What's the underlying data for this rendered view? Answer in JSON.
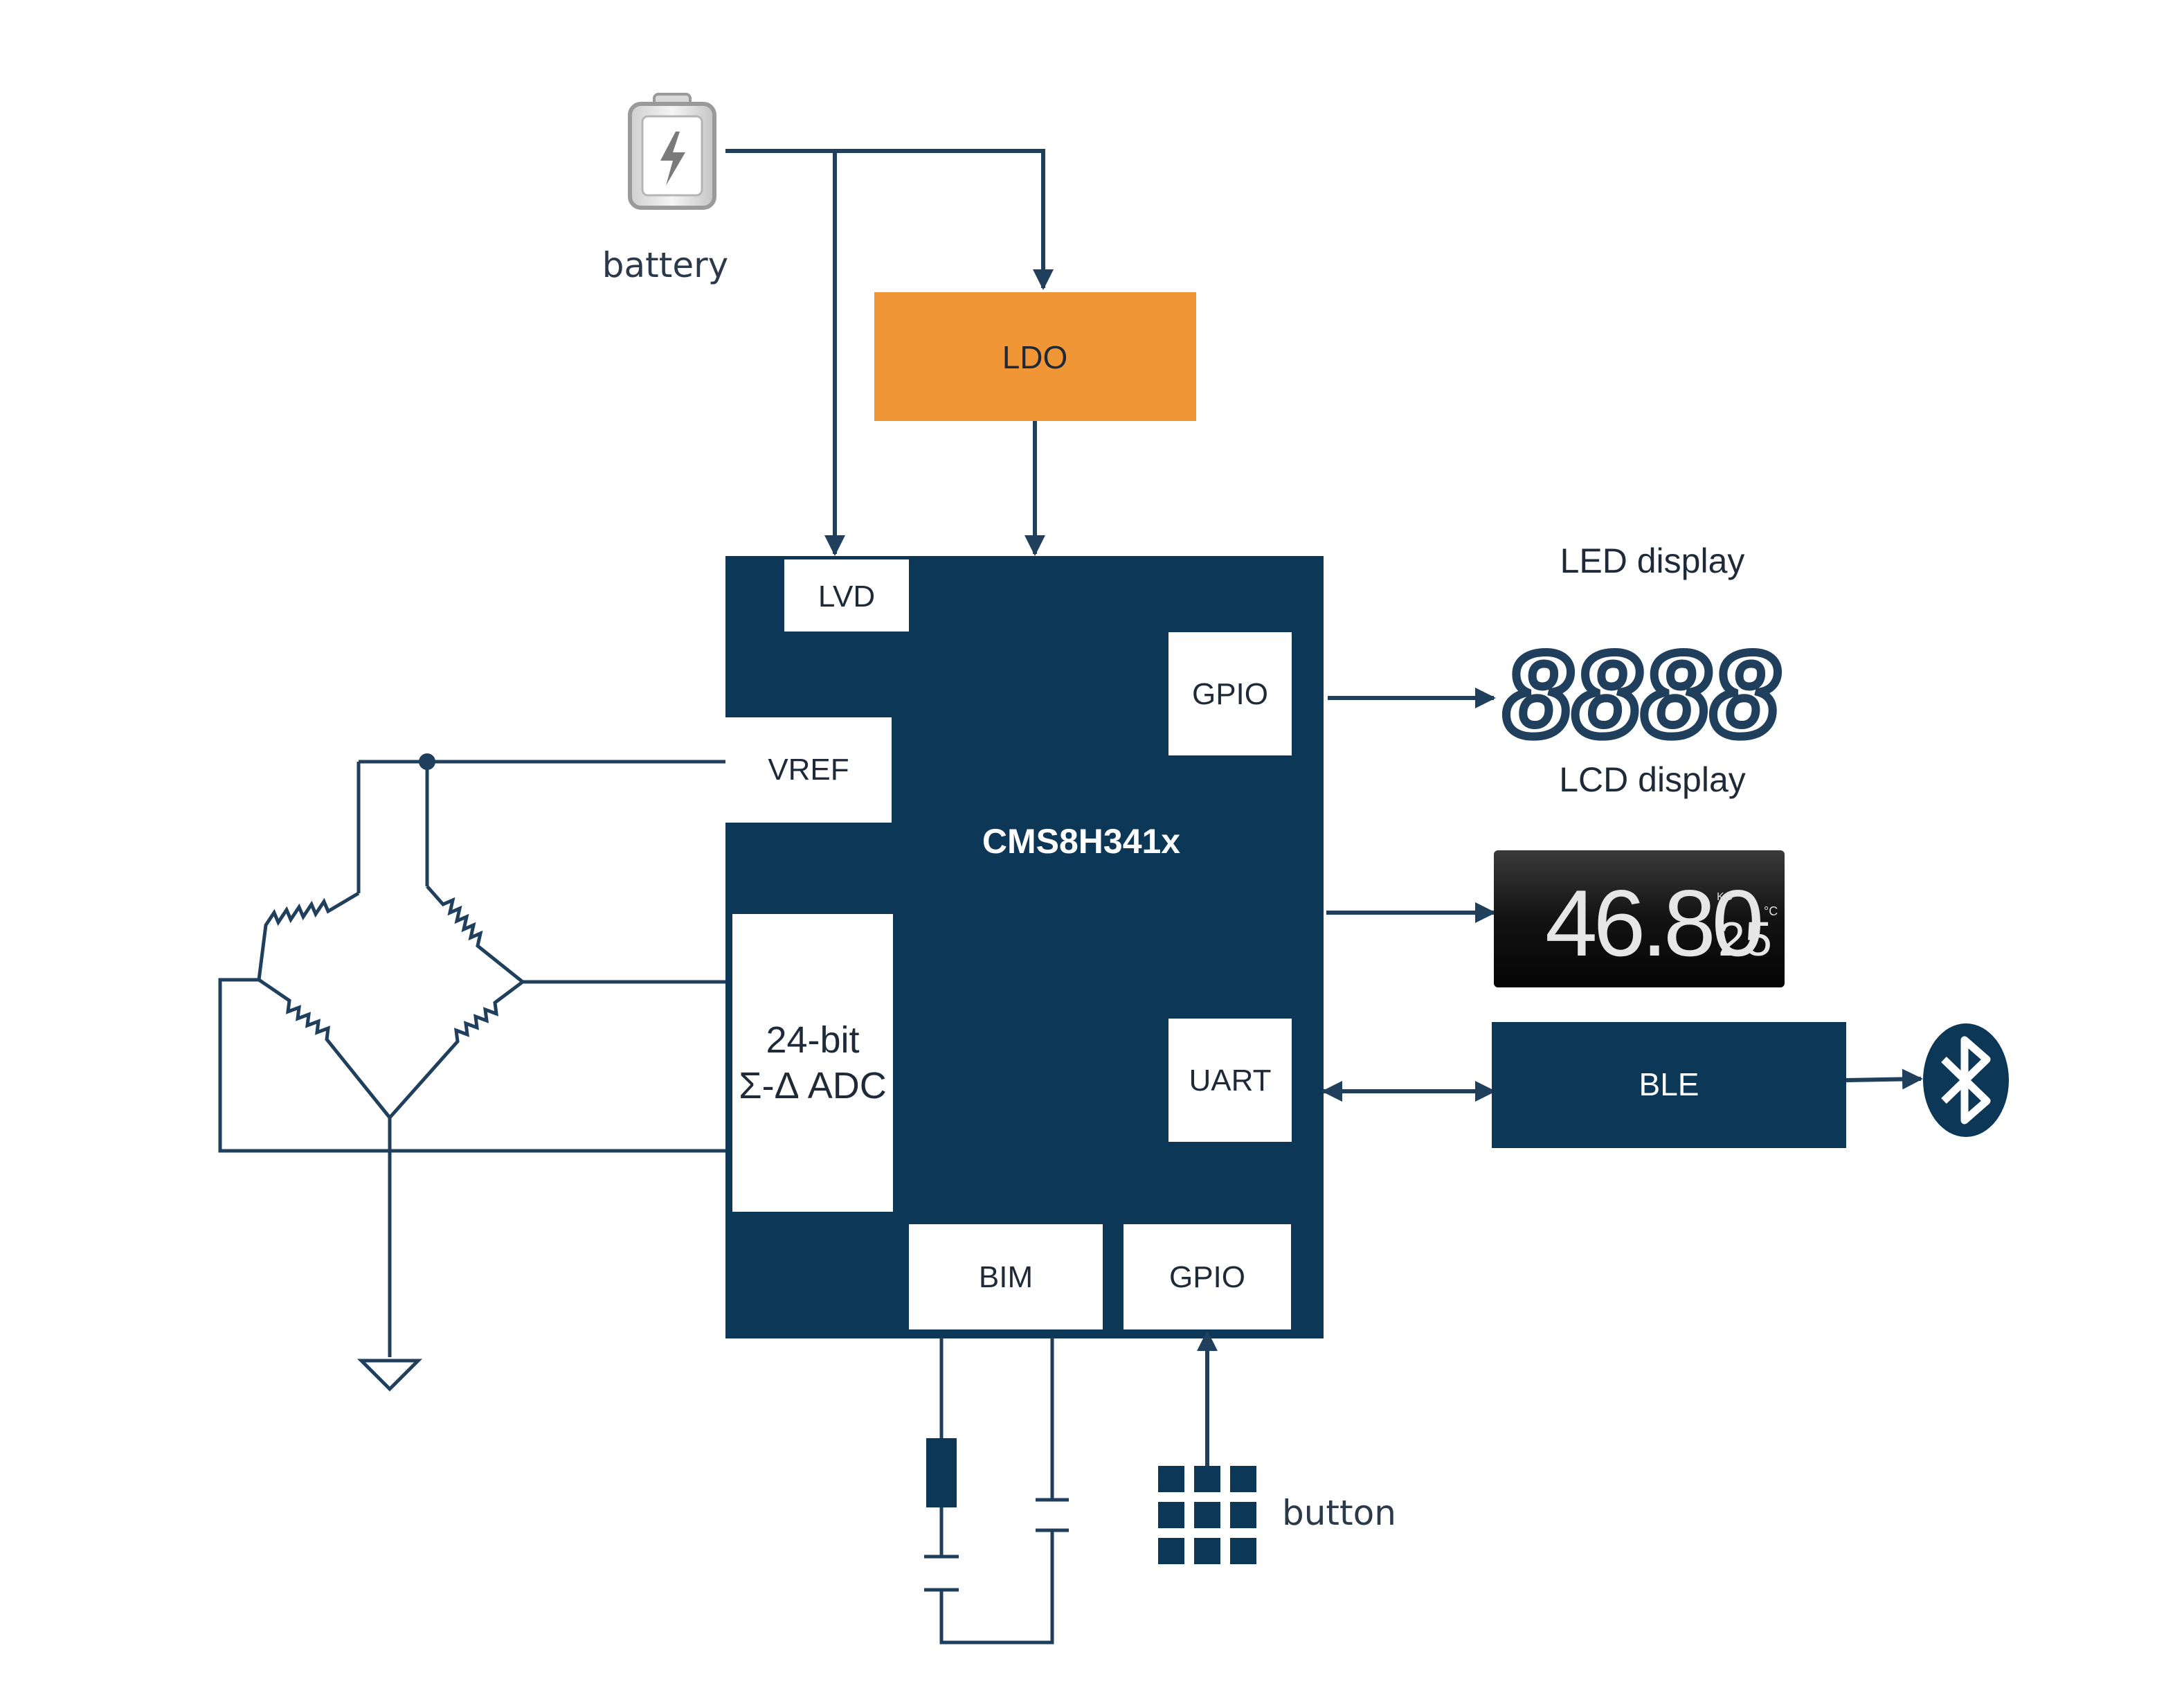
{
  "labels": {
    "battery": "battery",
    "ldo": "LDO",
    "lvd": "LVD",
    "vref": "VREF",
    "mcu": "CMS8H341x",
    "adc_line1": "24-bit",
    "adc_line2": "Σ-Δ ADC",
    "gpio_top": "GPIO",
    "uart": "UART",
    "bim": "BIM",
    "gpio_bottom": "GPIO",
    "led_display": "LED display",
    "led_digits": "8888",
    "lcd_display": "LCD display",
    "lcd_value": "46.80",
    "lcd_unit": "KG",
    "lcd_temp": "25",
    "lcd_temp_unit": "°C",
    "ble": "BLE",
    "button": "button"
  },
  "icons": {
    "battery": "battery-icon",
    "bluetooth": "bluetooth-icon",
    "keypad": "keypad-icon",
    "ground": "ground-icon"
  },
  "colors": {
    "navy": "#0d3756",
    "orange": "#f09637",
    "line": "#1f3f5c",
    "white": "#ffffff"
  }
}
